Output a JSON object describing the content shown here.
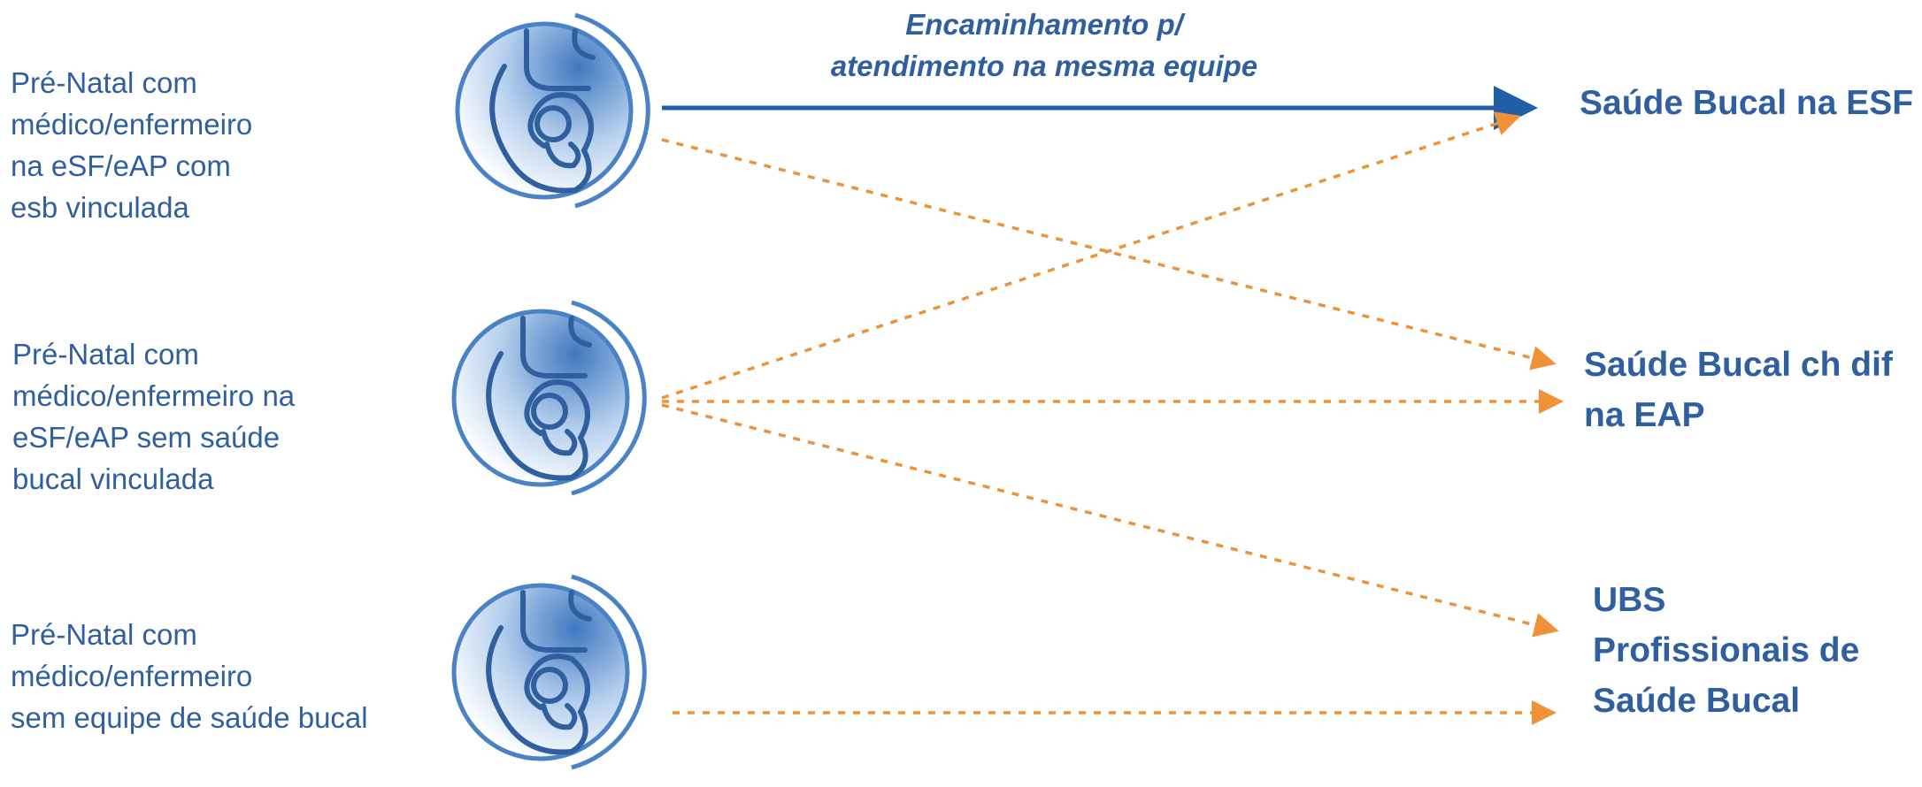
{
  "colors": {
    "primary_blue": "#2f5f9e",
    "solid_arrow": "#1f5fa8",
    "dashed_arrow": "#f0913a",
    "icon_blue": "#4a82c6",
    "icon_fill": "#a9c8ea"
  },
  "icons": [
    "pregnancy-icon",
    "pregnancy-icon",
    "pregnancy-icon"
  ],
  "sources": [
    {
      "lines": [
        "Pré-Natal com",
        "médico/enfermeiro",
        "na eSF/eAP com",
        "esb vinculada"
      ]
    },
    {
      "lines": [
        "Pré-Natal com",
        "médico/enfermeiro na",
        "eSF/eAP sem saúde",
        "bucal vinculada"
      ]
    },
    {
      "lines": [
        "Pré-Natal com",
        "médico/enfermeiro",
        "sem equipe de saúde bucal"
      ]
    }
  ],
  "destinations": [
    {
      "lines": [
        "Saúde Bucal na ESF"
      ]
    },
    {
      "lines": [
        "Saúde Bucal ch dif",
        "na EAP"
      ]
    },
    {
      "lines": [
        "UBS",
        "Profissionais de",
        "Saúde Bucal"
      ]
    }
  ],
  "edge_note": {
    "lines": [
      "Encaminhamento  p/",
      "atendimento na  mesma equipe"
    ]
  },
  "connections": [
    {
      "from": "Pré-Natal com médico/enfermeiro na eSF/eAP com esb vinculada",
      "to": "Saúde Bucal na ESF",
      "style": "solid"
    },
    {
      "from": "Pré-Natal com médico/enfermeiro na eSF/eAP com esb vinculada",
      "to": "Saúde Bucal ch dif na EAP",
      "style": "dashed"
    },
    {
      "from": "Pré-Natal com médico/enfermeiro na eSF/eAP sem saúde bucal vinculada",
      "to": "Saúde Bucal na ESF",
      "style": "dashed"
    },
    {
      "from": "Pré-Natal com médico/enfermeiro na eSF/eAP sem saúde bucal vinculada",
      "to": "Saúde Bucal ch dif na EAP",
      "style": "dashed"
    },
    {
      "from": "Pré-Natal com médico/enfermeiro na eSF/eAP sem saúde bucal vinculada",
      "to": "UBS Profissionais de Saúde Bucal",
      "style": "dashed"
    },
    {
      "from": "Pré-Natal com médico/enfermeiro sem equipe de saúde bucal",
      "to": "UBS Profissionais de Saúde Bucal",
      "style": "dashed"
    }
  ]
}
